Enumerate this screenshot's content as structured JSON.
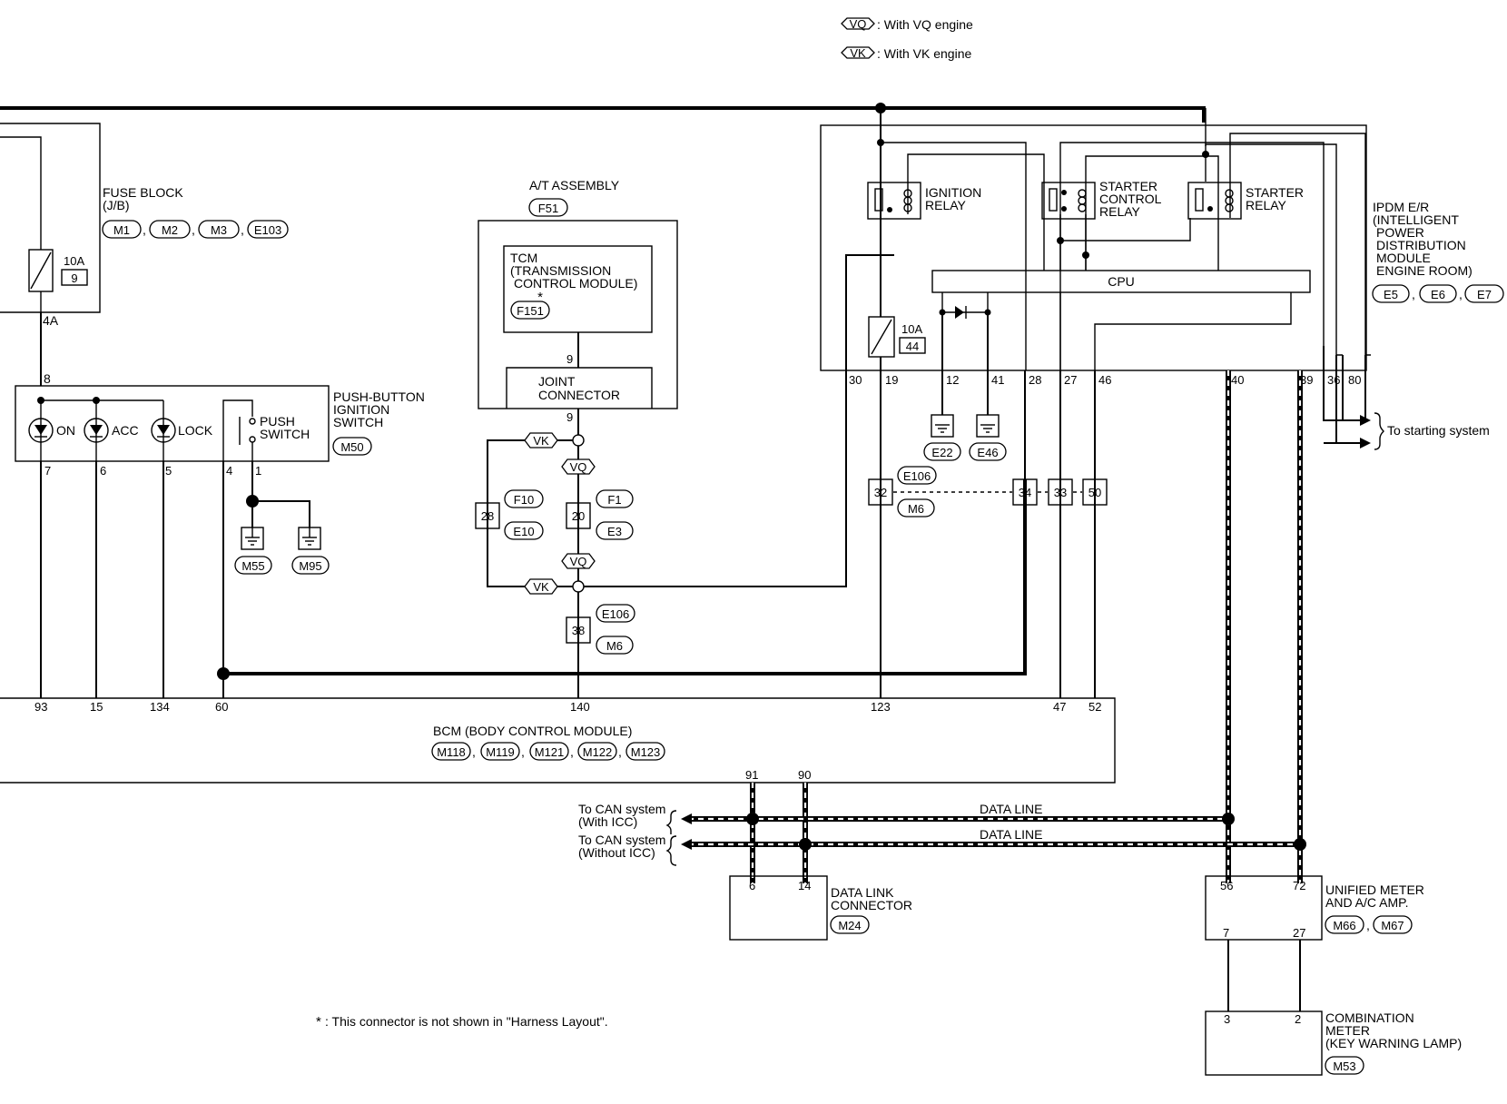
{
  "legend": {
    "vq": "VQ",
    "vq_text": ": With VQ engine",
    "vk": "VK",
    "vk_text": ": With VK engine"
  },
  "fuse_block": {
    "title1": "FUSE BLOCK",
    "title2": "(J/B)",
    "connectors": [
      "M1",
      "M2",
      "M3",
      "E103"
    ],
    "fuse_amp": "10A",
    "fuse_no": "9",
    "pin_out": "4A",
    "pin_sw": "8"
  },
  "push_switch": {
    "title1": "PUSH-BUTTON",
    "title2": "IGNITION",
    "title3": "SWITCH",
    "connector": "M50",
    "diodes": [
      "ON",
      "ACC",
      "LOCK"
    ],
    "switch_label1": "PUSH",
    "switch_label2": "SWITCH",
    "pins": [
      "7",
      "6",
      "5",
      "4",
      "1"
    ],
    "grounds": [
      "M55",
      "M95"
    ]
  },
  "at_assembly": {
    "title": "A/T ASSEMBLY",
    "connector": "F51",
    "tcm1": "TCM",
    "tcm2": "(TRANSMISSION",
    "tcm3": "CONTROL MODULE)",
    "tcm_star": "*",
    "tcm_conn": "F151",
    "pin_tcm": "9",
    "joint1": "JOINT",
    "joint2": "CONNECTOR",
    "pin_joint": "9"
  },
  "splices": {
    "vk": "VK",
    "vq": "VQ",
    "s28": "28",
    "s20": "20",
    "s38": "38",
    "f10": "F10",
    "e10": "E10",
    "f1": "F1",
    "e3": "E3",
    "e106": "E106",
    "m6": "M6"
  },
  "ipdm": {
    "relay1_1": "IGNITION",
    "relay1_2": "RELAY",
    "relay2_1": "STARTER",
    "relay2_2": "CONTROL",
    "relay2_3": "RELAY",
    "relay3_1": "STARTER",
    "relay3_2": "RELAY",
    "title1": "IPDM E/R",
    "title2": "(INTELLIGENT",
    "title3": "POWER",
    "title4": "DISTRIBUTION",
    "title5": "MODULE",
    "title6": "ENGINE ROOM)",
    "connectors": [
      "E5",
      "E6",
      "E7"
    ],
    "cpu": "CPU",
    "fuse_amp": "10A",
    "fuse_no": "44",
    "pins": [
      "30",
      "19",
      "12",
      "41",
      "28",
      "27",
      "46",
      "40",
      "39",
      "36",
      "80"
    ],
    "grounds": [
      "E22",
      "E46"
    ],
    "to_start": "To starting system"
  },
  "harness": {
    "e106": "E106",
    "m6": "M6",
    "p32": "32",
    "p34": "34",
    "p33": "33",
    "p50": "50"
  },
  "bcm": {
    "title": "BCM (BODY CONTROL MODULE)",
    "connectors": [
      "M118",
      "M119",
      "M121",
      "M122",
      "M123"
    ],
    "pins": [
      "93",
      "15",
      "134",
      "60",
      "140",
      "123",
      "47",
      "52"
    ],
    "can_pins": [
      "91",
      "90"
    ]
  },
  "can": {
    "line1_1": "To CAN system",
    "line1_2": "(With ICC)",
    "line2_1": "To CAN system",
    "line2_2": "(Without ICC)",
    "data_line": "DATA LINE"
  },
  "dlc": {
    "title1": "DATA LINK",
    "title2": "CONNECTOR",
    "connector": "M24",
    "pins": [
      "6",
      "14"
    ]
  },
  "meter": {
    "title1": "UNIFIED METER",
    "title2": "AND A/C AMP.",
    "connectors": [
      "M66",
      "M67"
    ],
    "pins_top": [
      "56",
      "72"
    ],
    "pins_bottom": [
      "7",
      "27"
    ]
  },
  "combo": {
    "title1": "COMBINATION",
    "title2": "METER",
    "title3": "(KEY WARNING LAMP)",
    "connector": "M53",
    "pins": [
      "3",
      "2"
    ]
  },
  "footnote": {
    "star": "*",
    "text": ": This connector is not shown in \"Harness Layout\"."
  }
}
